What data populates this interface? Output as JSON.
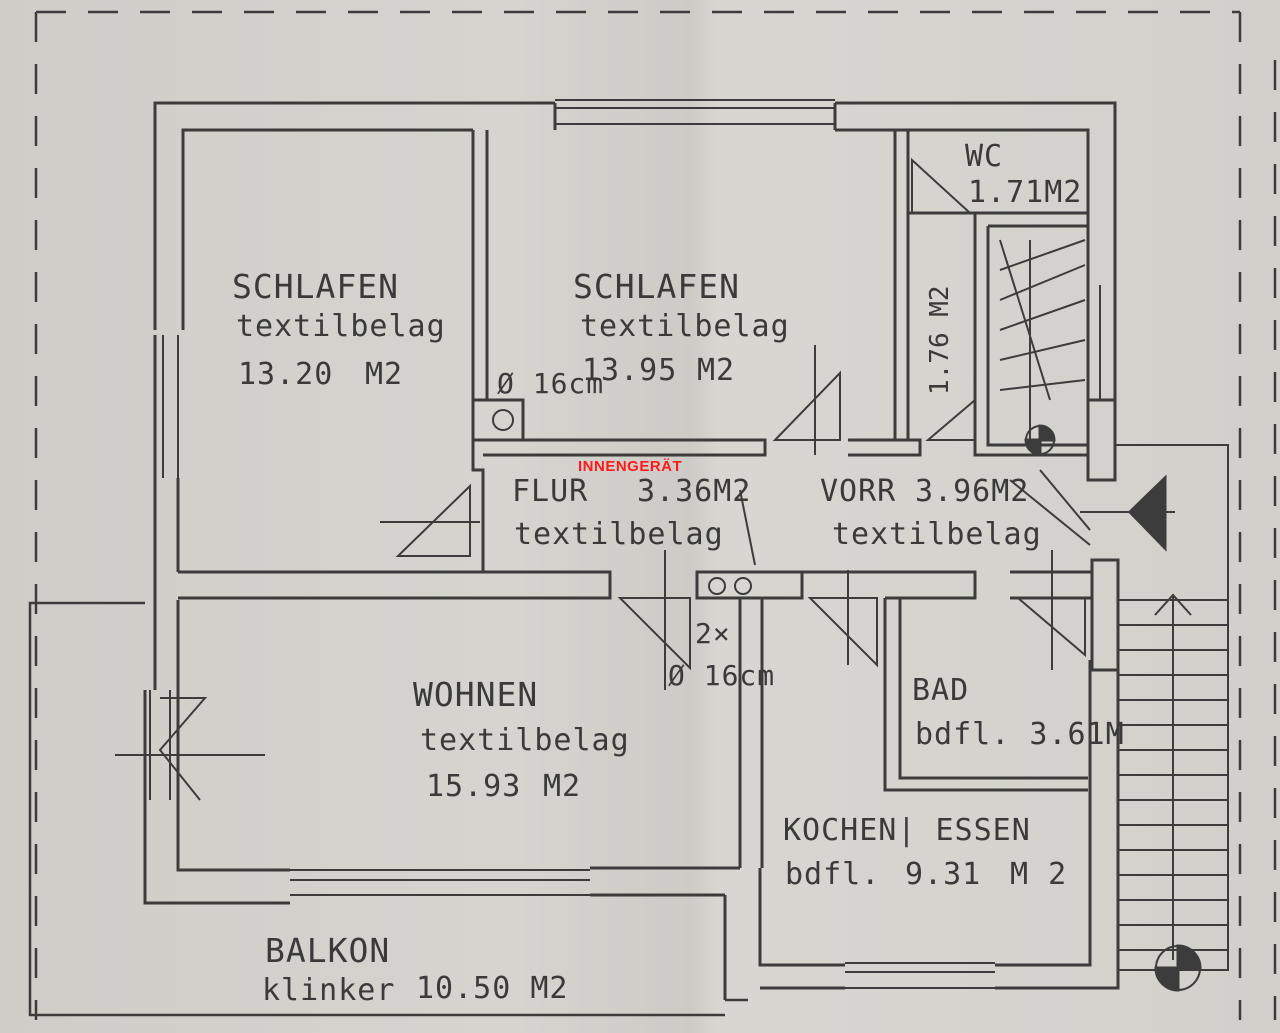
{
  "rooms": {
    "schlafen1": {
      "name": "SCHLAFEN",
      "floor": "textilbelag",
      "area": "13.20",
      "unit": "M2"
    },
    "schlafen2": {
      "name": "SCHLAFEN",
      "floor": "textilbelag",
      "area": "13.95",
      "unit": "M2"
    },
    "wc": {
      "name": "WC",
      "area": "1.71M2"
    },
    "stair_area": "1.76 M2",
    "flur": {
      "name": "FLUR",
      "area": "3.36M2",
      "floor": "textilbelag"
    },
    "vorr": {
      "name": "VORR",
      "area": "3.96M2",
      "floor": "textilbelag"
    },
    "wohnen": {
      "name": "WOHNEN",
      "floor": "textilbelag",
      "area": "15.93",
      "unit": "M2"
    },
    "bad": {
      "name": "BAD",
      "floor_area": "bdfl. 3.61M"
    },
    "kochen": {
      "name": "KOCHEN| ESSEN",
      "floor": "bdfl.",
      "area": "9.31",
      "unit": "M 2"
    },
    "balkon": {
      "name": "BALKON",
      "floor": "klinker",
      "area": "10.50 M2"
    }
  },
  "annotations": {
    "flue_single": "Ø 16cm",
    "flue_double_count": "2×",
    "flue_double_size": "Ø 16cm",
    "indoor_unit": "INNENGERÄT"
  },
  "colors": {
    "paper": "#d3d1cc",
    "ink": "#3c3c3c",
    "highlight": "#ff1a1a"
  }
}
